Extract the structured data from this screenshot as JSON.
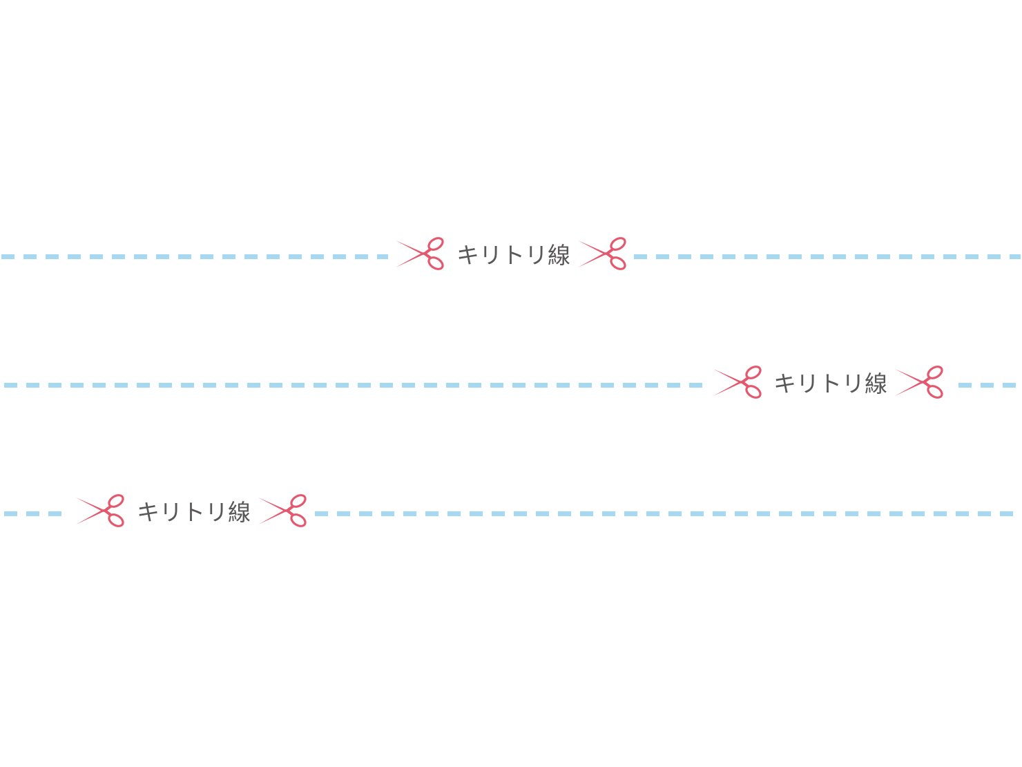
{
  "cut_lines": [
    {
      "label": "キリトリ線"
    },
    {
      "label": "キリトリ線"
    },
    {
      "label": "キリトリ線"
    }
  ],
  "colors": {
    "dash": "#a6d8f2",
    "scissors": "#e4576d",
    "text": "#595757"
  },
  "icons": [
    "scissors-icon"
  ]
}
